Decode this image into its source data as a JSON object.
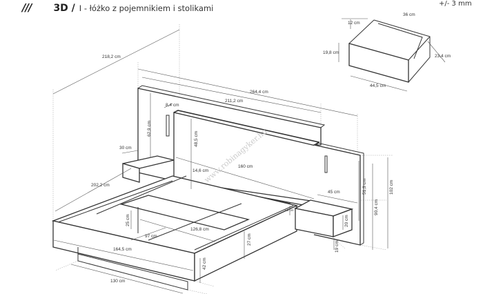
{
  "header": {
    "slashes": "///",
    "code": "3D /",
    "title": "I - łóżko z pojemnikiem i stolikami",
    "tolerance": "+/- 3 mm"
  },
  "watermark": "www.robinagyker.hu",
  "dimensions": {
    "bed_length": "218,2 cm",
    "total_width": "264,4 cm",
    "headboard_upper_width": "211,2 cm",
    "offset": "8,4 cm",
    "back_panel_height": "62,9 cm",
    "headboard_height": "48,5 cm",
    "left_table_depth": "30 cm",
    "shelf_gap": "14,6 cm",
    "mattress_width": "160 cm",
    "frame_length": "202,2 cm",
    "table_width": "45 cm",
    "side_panel_height": "51,3 cm",
    "panel_height": "90,4 cm",
    "total_height": "102 cm",
    "table_top_thickness": "1,6 cm",
    "table_height": "20 cm",
    "table_floor_gap": "19 cm",
    "container_depth": "25 cm",
    "container_length": "126,8 cm",
    "container_width": "97 cm",
    "frame_width": "164,5 cm",
    "frame_height": "27 cm",
    "bed_height": "42 cm",
    "plinth_width": "130 cm"
  },
  "drawer": {
    "width_back": "36 cm",
    "side_height": "12 cm",
    "front_height": "19,8 cm",
    "depth": "23,4 cm",
    "front_width": "44,5 cm"
  }
}
